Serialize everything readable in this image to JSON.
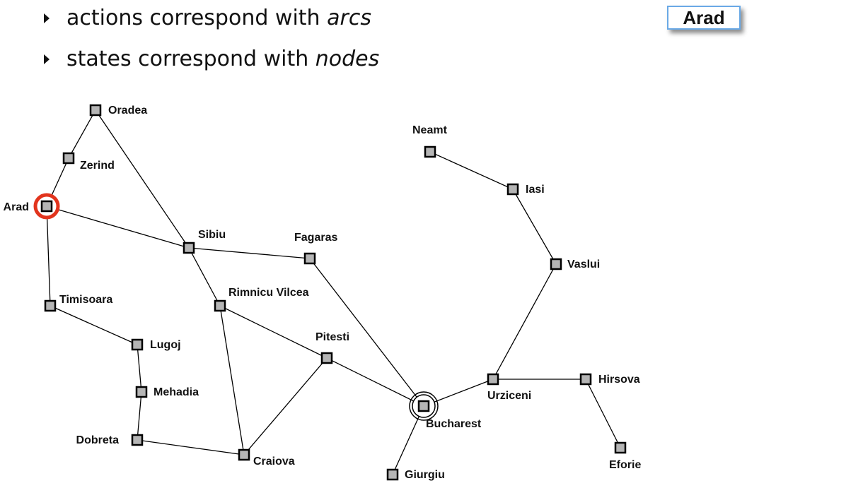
{
  "bullets": [
    {
      "prefix": "actions correspond with ",
      "emph": "arcs"
    },
    {
      "prefix": "states correspond with ",
      "emph": "nodes"
    }
  ],
  "current_state": "Arad",
  "graph": {
    "start": "Arad",
    "goal": "Bucharest",
    "nodes": [
      {
        "id": "Oradea",
        "label": "Oradea"
      },
      {
        "id": "Zerind",
        "label": "Zerind"
      },
      {
        "id": "Arad",
        "label": "Arad"
      },
      {
        "id": "Sibiu",
        "label": "Sibiu"
      },
      {
        "id": "Fagaras",
        "label": "Fagaras"
      },
      {
        "id": "Timisoara",
        "label": "Timisoara"
      },
      {
        "id": "RimnicuVilcea",
        "label": "Rimnicu Vilcea"
      },
      {
        "id": "Lugoj",
        "label": "Lugoj"
      },
      {
        "id": "Pitesti",
        "label": "Pitesti"
      },
      {
        "id": "Mehadia",
        "label": "Mehadia"
      },
      {
        "id": "Dobreta",
        "label": "Dobreta"
      },
      {
        "id": "Craiova",
        "label": "Craiova"
      },
      {
        "id": "Bucharest",
        "label": "Bucharest"
      },
      {
        "id": "Giurgiu",
        "label": "Giurgiu"
      },
      {
        "id": "Urziceni",
        "label": "Urziceni"
      },
      {
        "id": "Hirsova",
        "label": "Hirsova"
      },
      {
        "id": "Eforie",
        "label": "Eforie"
      },
      {
        "id": "Vaslui",
        "label": "Vaslui"
      },
      {
        "id": "Iasi",
        "label": "Iasi"
      },
      {
        "id": "Neamt",
        "label": "Neamt"
      }
    ],
    "edges": [
      [
        "Oradea",
        "Zerind"
      ],
      [
        "Zerind",
        "Arad"
      ],
      [
        "Oradea",
        "Sibiu"
      ],
      [
        "Arad",
        "Sibiu"
      ],
      [
        "Arad",
        "Timisoara"
      ],
      [
        "Timisoara",
        "Lugoj"
      ],
      [
        "Lugoj",
        "Mehadia"
      ],
      [
        "Mehadia",
        "Dobreta"
      ],
      [
        "Dobreta",
        "Craiova"
      ],
      [
        "Sibiu",
        "Fagaras"
      ],
      [
        "Sibiu",
        "RimnicuVilcea"
      ],
      [
        "RimnicuVilcea",
        "Craiova"
      ],
      [
        "RimnicuVilcea",
        "Pitesti"
      ],
      [
        "Craiova",
        "Pitesti"
      ],
      [
        "Pitesti",
        "Bucharest"
      ],
      [
        "Fagaras",
        "Bucharest"
      ],
      [
        "Bucharest",
        "Giurgiu"
      ],
      [
        "Bucharest",
        "Urziceni"
      ],
      [
        "Urziceni",
        "Hirsova"
      ],
      [
        "Hirsova",
        "Eforie"
      ],
      [
        "Urziceni",
        "Vaslui"
      ],
      [
        "Vaslui",
        "Iasi"
      ],
      [
        "Iasi",
        "Neamt"
      ]
    ]
  },
  "colors": {
    "node_fill": "#b5b5b5",
    "start_ring": "#e2341d",
    "box_border": "#6aa9e6",
    "edge": "#000000"
  }
}
